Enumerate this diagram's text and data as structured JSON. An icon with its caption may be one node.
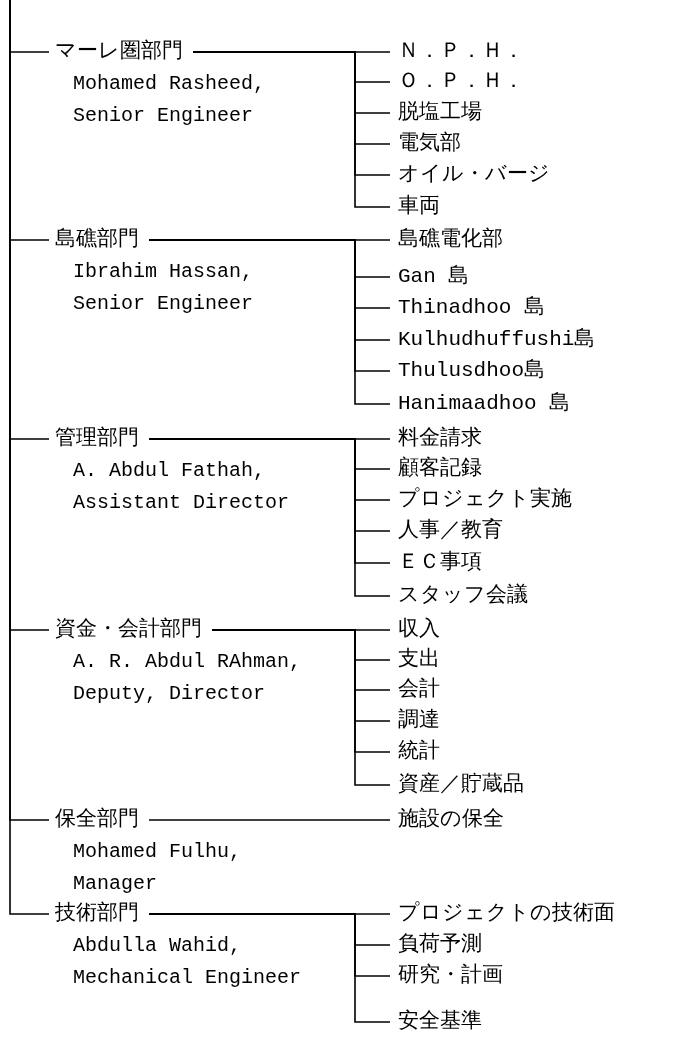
{
  "diagram": {
    "nodes": [
      {
        "text": [
          "マーレ圏部門"
        ],
        "beside": [
          "Mohamed Rasheed, Senior Engineer"
        ]
      },
      {
        "text": [
          "Ｎ．Ｐ．Ｈ．"
        ]
      },
      {
        "text": [
          "Ｏ．Ｐ．Ｈ．"
        ]
      },
      {
        "text": [
          "脱塩工場"
        ]
      },
      {
        "text": [
          "電気部"
        ]
      },
      {
        "text": [
          "オイル・バージ"
        ]
      },
      {
        "text": [
          "車両"
        ]
      },
      {
        "text": [
          "島礁部門"
        ],
        "beside": [
          "Ibrahim Hassan, Senior Engineer"
        ]
      },
      {
        "text": [
          "島礁電化部"
        ]
      },
      {
        "text": [
          "Gan 島"
        ]
      },
      {
        "text": [
          "Thinadhoo 島"
        ]
      },
      {
        "text": [
          "Kulhudhuffushi島"
        ]
      },
      {
        "text": [
          "Thulusdhoo島"
        ]
      },
      {
        "text": [
          "Hanimaadhoo 島"
        ]
      },
      {
        "text": [
          "管理部門"
        ],
        "beside": [
          "A. Abdul Fathah, Assistant Director"
        ]
      },
      {
        "text": [
          "料金請求"
        ]
      },
      {
        "text": [
          "顧客記録"
        ]
      },
      {
        "text": [
          "プロジェクト実施"
        ]
      },
      {
        "text": [
          "人事／教育"
        ]
      },
      {
        "text": [
          "ＥＣ事項"
        ]
      },
      {
        "text": [
          "スタッフ会議"
        ]
      },
      {
        "text": [
          "資金・会計部門"
        ],
        "beside": [
          "A. R. Abdul RAhman, Deputy, Director"
        ]
      },
      {
        "text": [
          "収入"
        ]
      },
      {
        "text": [
          "支出"
        ]
      },
      {
        "text": [
          "会計"
        ]
      },
      {
        "text": [
          "調達"
        ]
      },
      {
        "text": [
          "統計"
        ]
      },
      {
        "text": [
          "資産／貯蔵品"
        ]
      },
      {
        "text": [
          "保全部門"
        ],
        "beside": [
          "Mohamed Fulhu, Manager"
        ]
      },
      {
        "text": [
          "施設の保全"
        ]
      },
      {
        "text": [
          "技術部門"
        ],
        "beside": [
          "Abdulla Wahid, Mechanical Engineer"
        ]
      },
      {
        "text": [
          "プロジェクトの技術面"
        ]
      },
      {
        "text": [
          "負荷予測"
        ]
      },
      {
        "text": [
          "研究・計画"
        ]
      },
      {
        "text": [
          "安全基準"
        ]
      }
    ],
    "edges": [
      {
        "from": null,
        "to": 0,
        "arrow": "none"
      },
      {
        "from": null,
        "to": 7,
        "arrow": "none"
      },
      {
        "from": null,
        "to": 14,
        "arrow": "none"
      },
      {
        "from": null,
        "to": 21,
        "arrow": "none"
      },
      {
        "from": null,
        "to": 28,
        "arrow": "none"
      },
      {
        "from": null,
        "to": 30,
        "arrow": "none"
      },
      {
        "from": 0,
        "to": 1,
        "arrow": "none"
      },
      {
        "from": 0,
        "to": 2,
        "arrow": "none"
      },
      {
        "from": 0,
        "to": 3,
        "arrow": "none"
      },
      {
        "from": 0,
        "to": 4,
        "arrow": "none"
      },
      {
        "from": 0,
        "to": 5,
        "arrow": "none"
      },
      {
        "from": 0,
        "to": 6,
        "arrow": "none"
      },
      {
        "from": 7,
        "to": 8,
        "arrow": "none"
      },
      {
        "from": 7,
        "to": 9,
        "arrow": "none"
      },
      {
        "from": 7,
        "to": 10,
        "arrow": "none"
      },
      {
        "from": 7,
        "to": 11,
        "arrow": "none"
      },
      {
        "from": 7,
        "to": 12,
        "arrow": "none"
      },
      {
        "from": 7,
        "to": 13,
        "arrow": "none"
      },
      {
        "from": 14,
        "to": 15,
        "arrow": "none"
      },
      {
        "from": 14,
        "to": 16,
        "arrow": "none"
      },
      {
        "from": 14,
        "to": 17,
        "arrow": "none"
      },
      {
        "from": 14,
        "to": 18,
        "arrow": "none"
      },
      {
        "from": 14,
        "to": 19,
        "arrow": "none"
      },
      {
        "from": 14,
        "to": 20,
        "arrow": "none"
      },
      {
        "from": 21,
        "to": 22,
        "arrow": "none"
      },
      {
        "from": 21,
        "to": 23,
        "arrow": "none"
      },
      {
        "from": 21,
        "to": 24,
        "arrow": "none"
      },
      {
        "from": 21,
        "to": 25,
        "arrow": "none"
      },
      {
        "from": 21,
        "to": 26,
        "arrow": "none"
      },
      {
        "from": 21,
        "to": 27,
        "arrow": "none"
      },
      {
        "from": 28,
        "to": 29,
        "arrow": "none"
      },
      {
        "from": 30,
        "to": 31,
        "arrow": "none"
      },
      {
        "from": 30,
        "to": 32,
        "arrow": "none"
      },
      {
        "from": 30,
        "to": 33,
        "arrow": "none"
      },
      {
        "from": 30,
        "to": 34,
        "arrow": "none"
      }
    ]
  }
}
